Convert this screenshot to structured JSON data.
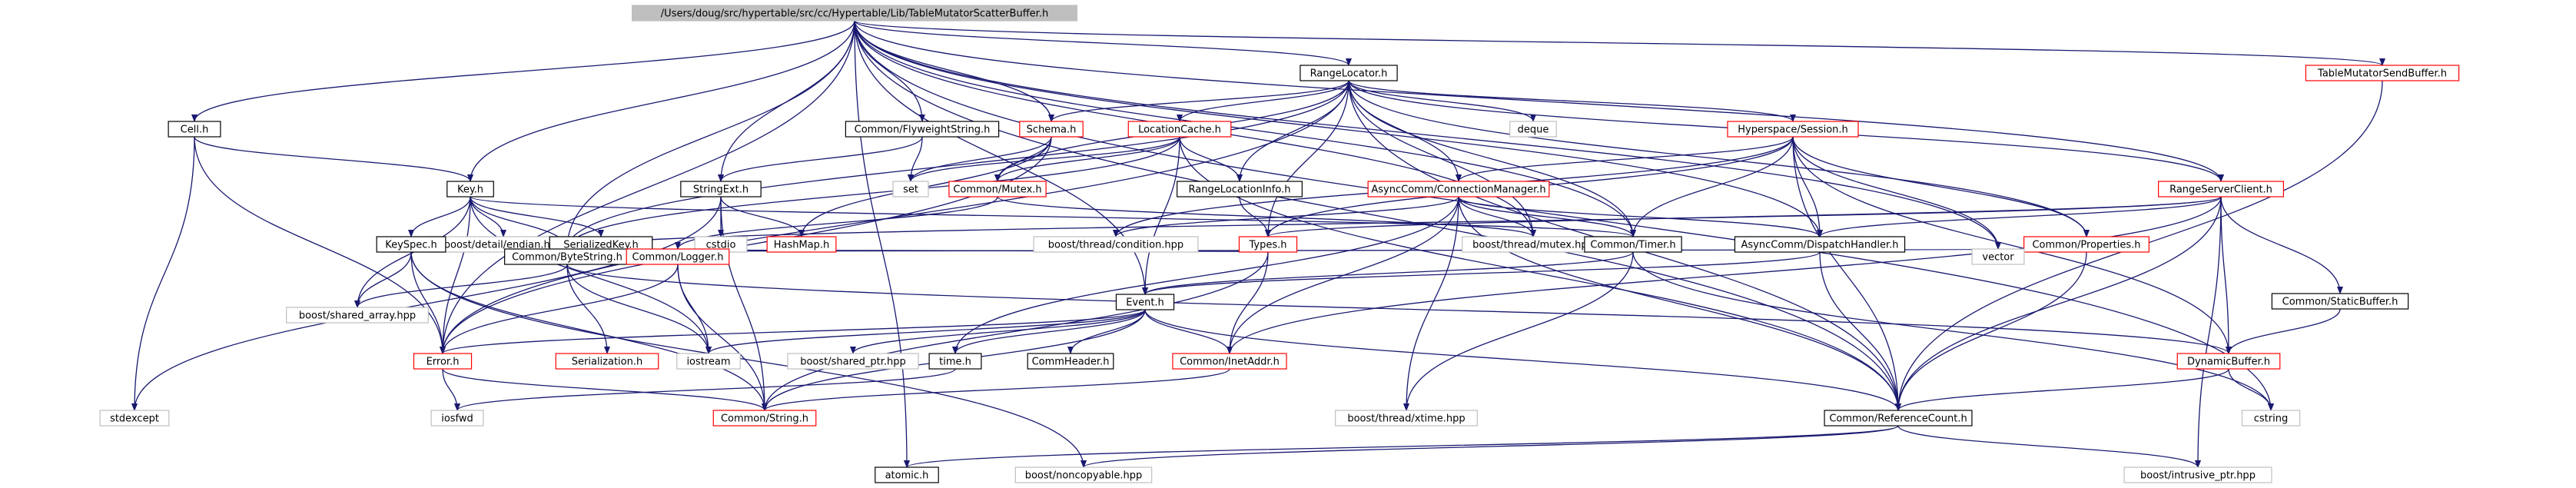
{
  "title": "/Users/doug/src/hypertable/src/cc/Hypertable/Lib/TableMutatorScatterBuffer.h",
  "colors": {
    "root_fill": "#bfbfbf",
    "documented_border": "#000000",
    "undocumented_border": "#ff0000",
    "system_border": "#bfbfbf",
    "edge": "#191970"
  },
  "nodes": [
    {
      "id": "root",
      "label": "/Users/doug/src/hypertable/src/cc/Hypertable/Lib/TableMutatorScatterBuffer.h",
      "kind": "root"
    },
    {
      "id": "tmsendbuf",
      "label": "TableMutatorSendBuffer.h",
      "kind": "red"
    },
    {
      "id": "cell",
      "label": "Cell.h",
      "kind": "black"
    },
    {
      "id": "flyweight",
      "label": "Common/FlyweightString.h",
      "kind": "black"
    },
    {
      "id": "schema",
      "label": "Schema.h",
      "kind": "red"
    },
    {
      "id": "rangelocator",
      "label": "RangeLocator.h",
      "kind": "black"
    },
    {
      "id": "locationcache",
      "label": "LocationCache.h",
      "kind": "red"
    },
    {
      "id": "deque",
      "label": "deque",
      "kind": "gray"
    },
    {
      "id": "hsession",
      "label": "Hyperspace/Session.h",
      "kind": "red"
    },
    {
      "id": "key",
      "label": "Key.h",
      "kind": "black"
    },
    {
      "id": "set",
      "label": "set",
      "kind": "gray"
    },
    {
      "id": "stringext",
      "label": "StringExt.h",
      "kind": "black"
    },
    {
      "id": "mutex",
      "label": "Common/Mutex.h",
      "kind": "red"
    },
    {
      "id": "rangelocinfo",
      "label": "RangeLocationInfo.h",
      "kind": "black"
    },
    {
      "id": "connmgr",
      "label": "AsyncComm/ConnectionManager.h",
      "kind": "red"
    },
    {
      "id": "rsclient",
      "label": "RangeServerClient.h",
      "kind": "red"
    },
    {
      "id": "endian",
      "label": "boost/detail/endian.hpp",
      "kind": "gray"
    },
    {
      "id": "cstdio",
      "label": "cstdio",
      "kind": "gray"
    },
    {
      "id": "hashmap",
      "label": "HashMap.h",
      "kind": "red"
    },
    {
      "id": "condition",
      "label": "boost/thread/condition.hpp",
      "kind": "gray"
    },
    {
      "id": "bmutex",
      "label": "boost/thread/mutex.hpp",
      "kind": "gray"
    },
    {
      "id": "timer",
      "label": "Common/Timer.h",
      "kind": "black"
    },
    {
      "id": "dispatch",
      "label": "AsyncComm/DispatchHandler.h",
      "kind": "black"
    },
    {
      "id": "keyspec",
      "label": "KeySpec.h",
      "kind": "black"
    },
    {
      "id": "serialkey",
      "label": "SerializedKey.h",
      "kind": "black"
    },
    {
      "id": "types",
      "label": "Types.h",
      "kind": "red"
    },
    {
      "id": "properties",
      "label": "Common/Properties.h",
      "kind": "red"
    },
    {
      "id": "bytestring",
      "label": "Common/ByteString.h",
      "kind": "black"
    },
    {
      "id": "logger",
      "label": "Common/Logger.h",
      "kind": "red"
    },
    {
      "id": "event",
      "label": "Event.h",
      "kind": "black"
    },
    {
      "id": "vector",
      "label": "vector",
      "kind": "gray"
    },
    {
      "id": "staticbuf",
      "label": "Common/StaticBuffer.h",
      "kind": "black"
    },
    {
      "id": "sharedarray",
      "label": "boost/shared_array.hpp",
      "kind": "gray"
    },
    {
      "id": "serialization",
      "label": "Serialization.h",
      "kind": "red"
    },
    {
      "id": "iostream",
      "label": "iostream",
      "kind": "gray"
    },
    {
      "id": "sharedptr",
      "label": "boost/shared_ptr.hpp",
      "kind": "gray"
    },
    {
      "id": "timeh",
      "label": "time.h",
      "kind": "black"
    },
    {
      "id": "commheader",
      "label": "CommHeader.h",
      "kind": "black"
    },
    {
      "id": "inetaddr",
      "label": "Common/InetAddr.h",
      "kind": "red"
    },
    {
      "id": "dynbuf",
      "label": "DynamicBuffer.h",
      "kind": "red"
    },
    {
      "id": "error",
      "label": "Error.h",
      "kind": "red"
    },
    {
      "id": "stdexcept",
      "label": "stdexcept",
      "kind": "gray"
    },
    {
      "id": "iosfwd",
      "label": "iosfwd",
      "kind": "gray"
    },
    {
      "id": "cstring_h",
      "label": "Common/String.h",
      "kind": "red"
    },
    {
      "id": "xtime",
      "label": "boost/thread/xtime.hpp",
      "kind": "gray"
    },
    {
      "id": "refcount",
      "label": "Common/ReferenceCount.h",
      "kind": "black"
    },
    {
      "id": "cstring",
      "label": "cstring",
      "kind": "gray"
    },
    {
      "id": "atomic",
      "label": "atomic.h",
      "kind": "black"
    },
    {
      "id": "noncopyable",
      "label": "boost/noncopyable.hpp",
      "kind": "gray"
    },
    {
      "id": "intrusive",
      "label": "boost/intrusive_ptr.hpp",
      "kind": "gray"
    }
  ],
  "edges": [
    [
      "root",
      "tmsendbuf"
    ],
    [
      "root",
      "cell"
    ],
    [
      "root",
      "flyweight"
    ],
    [
      "root",
      "schema"
    ],
    [
      "root",
      "rangelocator"
    ],
    [
      "root",
      "key"
    ],
    [
      "root",
      "stringext"
    ],
    [
      "root",
      "rsclient"
    ],
    [
      "root",
      "timer"
    ],
    [
      "root",
      "dispatch"
    ],
    [
      "root",
      "event"
    ],
    [
      "root",
      "bytestring"
    ],
    [
      "root",
      "vector"
    ],
    [
      "root",
      "refcount"
    ],
    [
      "root",
      "cstring"
    ],
    [
      "root",
      "atomic"
    ],
    [
      "root",
      "bmutex"
    ],
    [
      "root",
      "error"
    ],
    [
      "tmsendbuf",
      "refcount"
    ],
    [
      "cell",
      "key"
    ],
    [
      "cell",
      "error"
    ],
    [
      "cell",
      "stdexcept"
    ],
    [
      "flyweight",
      "stringext"
    ],
    [
      "flyweight",
      "set"
    ],
    [
      "schema",
      "mutex"
    ],
    [
      "schema",
      "hashmap"
    ],
    [
      "schema",
      "set"
    ],
    [
      "schema",
      "error"
    ],
    [
      "rangelocator",
      "schema"
    ],
    [
      "rangelocator",
      "locationcache"
    ],
    [
      "rangelocator",
      "deque"
    ],
    [
      "rangelocator",
      "hsession"
    ],
    [
      "rangelocator",
      "rangelocinfo"
    ],
    [
      "rangelocator",
      "connmgr"
    ],
    [
      "rangelocator",
      "rsclient"
    ],
    [
      "rangelocator",
      "mutex"
    ],
    [
      "rangelocator",
      "types"
    ],
    [
      "rangelocator",
      "timer"
    ],
    [
      "rangelocator",
      "refcount"
    ],
    [
      "rangelocator",
      "properties"
    ],
    [
      "rangelocator",
      "bytestring"
    ],
    [
      "rangelocator",
      "bmutex"
    ],
    [
      "rangelocator",
      "error"
    ],
    [
      "locationcache",
      "mutex"
    ],
    [
      "locationcache",
      "set"
    ],
    [
      "locationcache",
      "rangelocinfo"
    ],
    [
      "locationcache",
      "event"
    ],
    [
      "locationcache",
      "refcount"
    ],
    [
      "locationcache",
      "bytestring"
    ],
    [
      "hsession",
      "connmgr"
    ],
    [
      "hsession",
      "dispatch"
    ],
    [
      "hsession",
      "timer"
    ],
    [
      "hsession",
      "properties"
    ],
    [
      "hsession",
      "refcount"
    ],
    [
      "hsession",
      "vector"
    ],
    [
      "hsession",
      "condition"
    ],
    [
      "hsession",
      "types"
    ],
    [
      "hsession",
      "dynbuf"
    ],
    [
      "key",
      "endian"
    ],
    [
      "key",
      "keyspec"
    ],
    [
      "key",
      "serialkey"
    ],
    [
      "key",
      "bytestring"
    ],
    [
      "key",
      "iostream"
    ],
    [
      "key",
      "sharedarray"
    ],
    [
      "key",
      "error"
    ],
    [
      "key",
      "timer"
    ],
    [
      "stringext",
      "cstdio"
    ],
    [
      "stringext",
      "hashmap"
    ],
    [
      "stringext",
      "cstring_h"
    ],
    [
      "stringext",
      "stdexcept"
    ],
    [
      "mutex",
      "logger"
    ],
    [
      "mutex",
      "bmutex"
    ],
    [
      "rangelocinfo",
      "types"
    ],
    [
      "connmgr",
      "condition"
    ],
    [
      "connmgr",
      "bmutex"
    ],
    [
      "connmgr",
      "timer"
    ],
    [
      "connmgr",
      "dispatch"
    ],
    [
      "connmgr",
      "refcount"
    ],
    [
      "connmgr",
      "xtime"
    ],
    [
      "connmgr",
      "timeh"
    ],
    [
      "connmgr",
      "inetaddr"
    ],
    [
      "rsclient",
      "dispatch"
    ],
    [
      "rsclient",
      "types"
    ],
    [
      "rsclient",
      "refcount"
    ],
    [
      "rsclient",
      "staticbuf"
    ],
    [
      "rsclient",
      "dynbuf"
    ],
    [
      "rsclient",
      "intrusive"
    ],
    [
      "rsclient",
      "inetaddr"
    ],
    [
      "rsclient",
      "bytestring"
    ],
    [
      "timer",
      "xtime"
    ],
    [
      "timer",
      "cstring"
    ],
    [
      "timer",
      "event"
    ],
    [
      "dispatch",
      "event"
    ],
    [
      "dispatch",
      "refcount"
    ],
    [
      "keyspec",
      "error"
    ],
    [
      "keyspec",
      "vector"
    ],
    [
      "keyspec",
      "cstring_h"
    ],
    [
      "keyspec",
      "noncopyable"
    ],
    [
      "keyspec",
      "sharedarray"
    ],
    [
      "serialkey",
      "bytestring"
    ],
    [
      "serialkey",
      "logger"
    ],
    [
      "types",
      "bytestring"
    ],
    [
      "types",
      "cstring_h"
    ],
    [
      "types",
      "inetaddr"
    ],
    [
      "properties",
      "vector"
    ],
    [
      "properties",
      "refcount"
    ],
    [
      "bytestring",
      "serialization"
    ],
    [
      "bytestring",
      "iostream"
    ],
    [
      "bytestring",
      "sharedarray"
    ],
    [
      "bytestring",
      "dynbuf"
    ],
    [
      "logger",
      "cstring_h"
    ],
    [
      "logger",
      "iostream"
    ],
    [
      "logger",
      "error"
    ],
    [
      "event",
      "timeh"
    ],
    [
      "event",
      "commheader"
    ],
    [
      "event",
      "inetaddr"
    ],
    [
      "event",
      "sharedptr"
    ],
    [
      "event",
      "cstring_h"
    ],
    [
      "event",
      "refcount"
    ],
    [
      "event",
      "error"
    ],
    [
      "event",
      "iostream"
    ],
    [
      "staticbuf",
      "dynbuf"
    ],
    [
      "timeh",
      "iosfwd"
    ],
    [
      "inetaddr",
      "cstring_h"
    ],
    [
      "dynbuf",
      "cstring"
    ],
    [
      "dynbuf",
      "refcount"
    ],
    [
      "error",
      "cstring_h"
    ],
    [
      "error",
      "iosfwd"
    ],
    [
      "refcount",
      "atomic"
    ],
    [
      "refcount",
      "noncopyable"
    ],
    [
      "refcount",
      "intrusive"
    ]
  ]
}
